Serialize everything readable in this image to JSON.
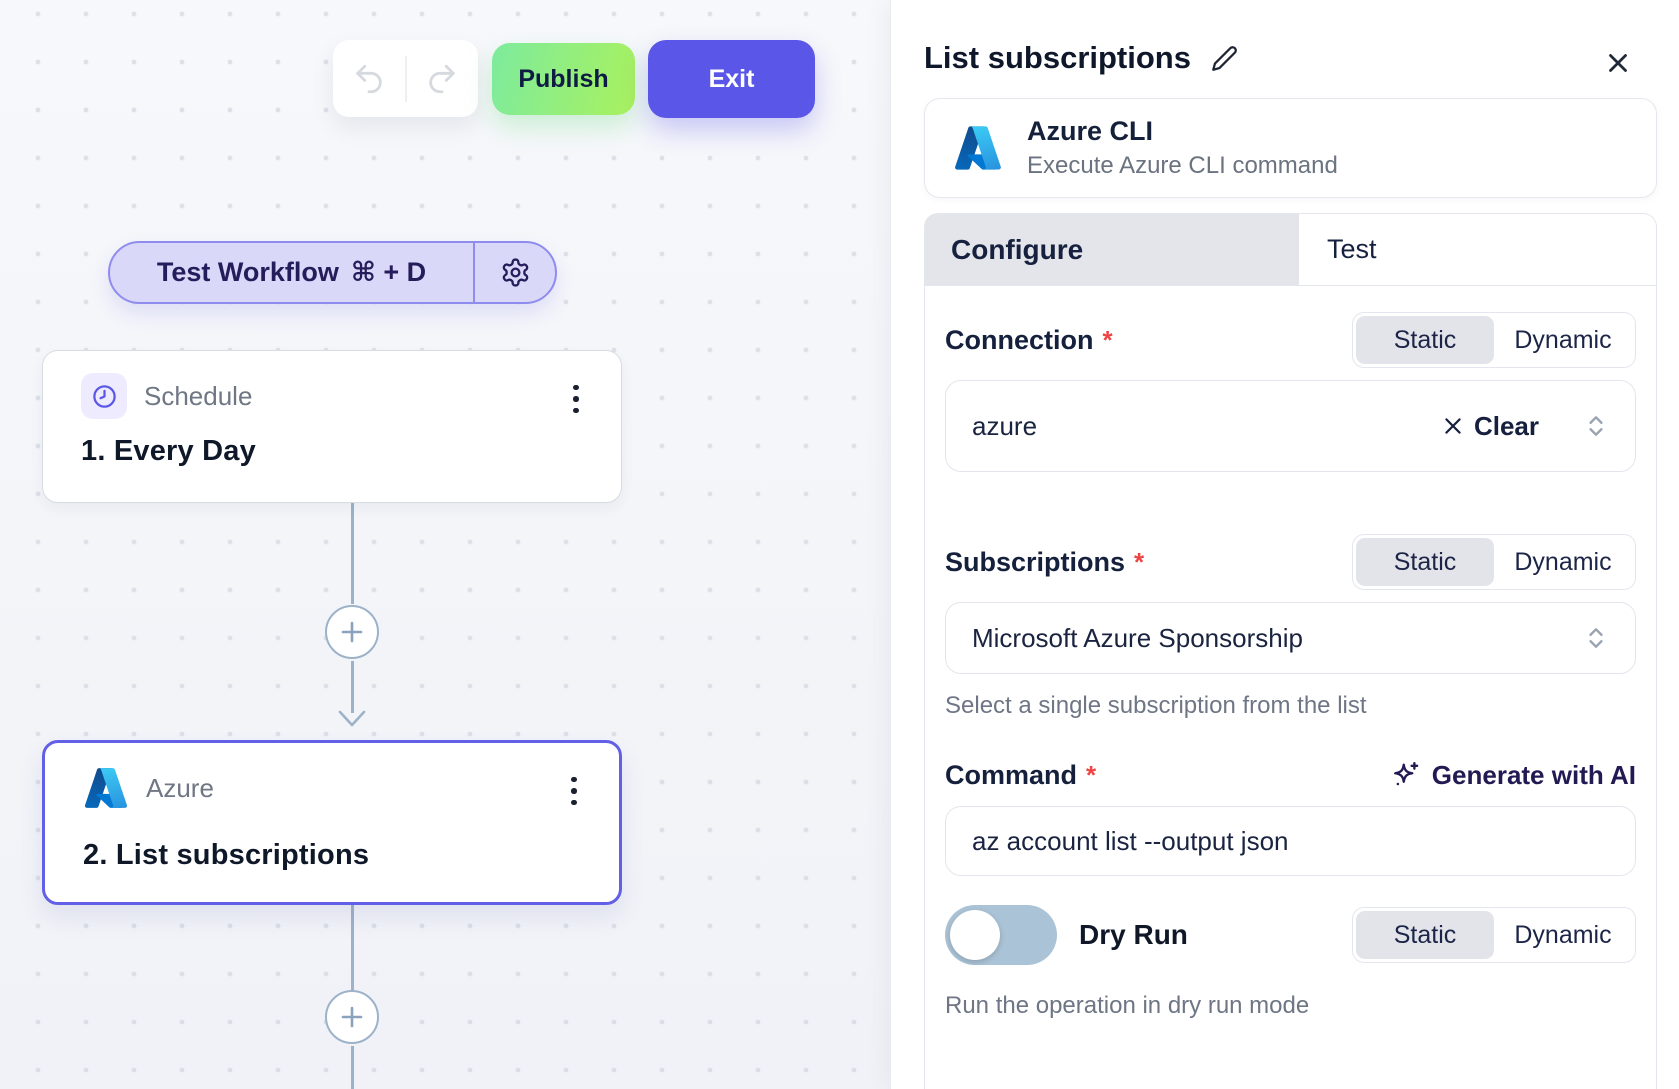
{
  "colors": {
    "accent_purple": "#5a57e8",
    "selected_node_border": "#6360e8",
    "publish_gradient_start": "#7deb9e",
    "publish_gradient_end": "#a9f15d",
    "connector": "#9db2c9",
    "azure_blue": "#2892df",
    "required_red": "#ef4444",
    "toggle_track": "#abc3d6"
  },
  "canvas": {
    "publish": "Publish",
    "exit": "Exit",
    "test_workflow": {
      "label": "Test Workflow",
      "shortcut": "⌘ + D"
    },
    "steps": [
      {
        "app": "Schedule",
        "title": "1. Every Day"
      },
      {
        "app": "Azure",
        "title": "2. List subscriptions"
      }
    ]
  },
  "panel": {
    "title": "List subscriptions",
    "piece": {
      "name": "Azure CLI",
      "description": "Execute Azure CLI command"
    },
    "tabs": {
      "configure": "Configure",
      "test": "Test"
    },
    "toggle": {
      "static": "Static",
      "dynamic": "Dynamic"
    },
    "connection": {
      "label": "Connection",
      "required": "*",
      "value": "azure",
      "clear": "Clear"
    },
    "subscriptions": {
      "label": "Subscriptions",
      "required": "*",
      "value": "Microsoft Azure Sponsorship",
      "helper": "Select a single subscription from the list"
    },
    "command": {
      "label": "Command",
      "required": "*",
      "value": "az account list --output json",
      "generate": "Generate with AI"
    },
    "dry_run": {
      "label": "Dry Run",
      "helper": "Run the operation in dry run mode"
    }
  }
}
